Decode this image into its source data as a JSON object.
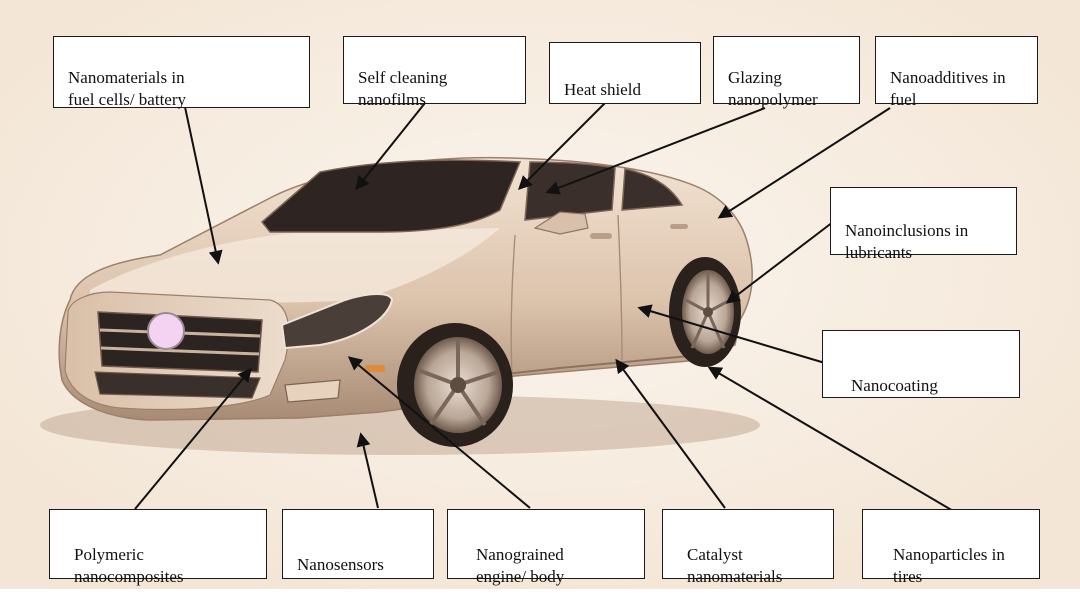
{
  "labels": {
    "nano_fuel_cells": "Nanomaterials in\nfuel cells/ battery",
    "self_cleaning": "Self cleaning\nnanofilms",
    "heat_shield": "Heat shield",
    "glazing": "Glazing\nnanopolymer",
    "nanoadditives": "Nanoadditives in\nfuel",
    "nanoinclusions": "Nanoinclusions in\nlubricants",
    "nanocoating": "Nanocoating",
    "polymeric": "Polymeric\nnanocomposites",
    "nanosensors": "Nanosensors",
    "nanograined": "Nanograined\nengine/ body",
    "catalyst": "Catalyst\nnanomaterials",
    "nanoparticles": "Nanoparticles in\ntires"
  },
  "colors": {
    "background": "#f8efe4",
    "car_body": "#e4cdb7",
    "car_shadow": "#8a6d58",
    "glass": "#2a2220",
    "emblem": "#f3d3f1",
    "arrow": "#111111"
  }
}
